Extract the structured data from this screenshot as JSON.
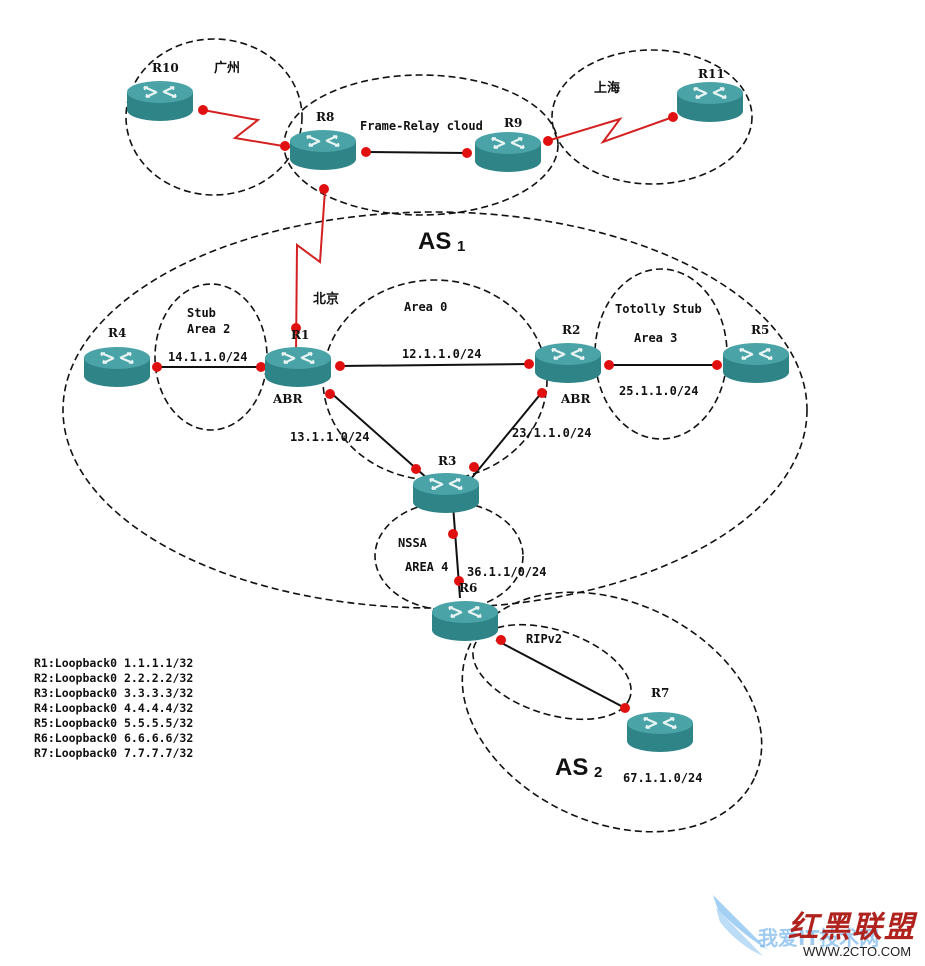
{
  "diagram": {
    "title_as1": {
      "main": "AS",
      "sub": "1"
    },
    "title_as2": {
      "main": "AS",
      "sub": "2"
    },
    "colors": {
      "router_body": "#2f8488",
      "router_top": "#4aa3a6",
      "serial_link": "#d42020",
      "ethernet_link": "#111111",
      "port_dot": "#e01010",
      "zone_border": "#111111"
    },
    "routers": [
      {
        "id": "R1",
        "label": "R1",
        "role": "ABR"
      },
      {
        "id": "R2",
        "label": "R2",
        "role": "ABR"
      },
      {
        "id": "R3",
        "label": "R3",
        "role": ""
      },
      {
        "id": "R4",
        "label": "R4",
        "role": ""
      },
      {
        "id": "R5",
        "label": "R5",
        "role": ""
      },
      {
        "id": "R6",
        "label": "R6",
        "role": ""
      },
      {
        "id": "R7",
        "label": "R7",
        "role": ""
      },
      {
        "id": "R8",
        "label": "R8",
        "role": ""
      },
      {
        "id": "R9",
        "label": "R9",
        "role": ""
      },
      {
        "id": "R10",
        "label": "R10",
        "role": ""
      },
      {
        "id": "R11",
        "label": "R11",
        "role": ""
      }
    ],
    "links": [
      {
        "from": "R10",
        "to": "R8",
        "type": "serial",
        "label": ""
      },
      {
        "from": "R8",
        "to": "R9",
        "type": "ethernet",
        "label": "Frame-Relay cloud"
      },
      {
        "from": "R9",
        "to": "R11",
        "type": "serial",
        "label": ""
      },
      {
        "from": "R8",
        "to": "R1",
        "type": "serial",
        "label": ""
      },
      {
        "from": "R4",
        "to": "R1",
        "type": "ethernet",
        "label": "14.1.1.0/24"
      },
      {
        "from": "R1",
        "to": "R2",
        "type": "ethernet",
        "label": "12.1.1.0/24"
      },
      {
        "from": "R2",
        "to": "R5",
        "type": "ethernet",
        "label": "25.1.1.0/24"
      },
      {
        "from": "R1",
        "to": "R3",
        "type": "ethernet",
        "label": "13.1.1.0/24"
      },
      {
        "from": "R2",
        "to": "R3",
        "type": "ethernet",
        "label": "23.1.1.0/24"
      },
      {
        "from": "R3",
        "to": "R6",
        "type": "ethernet",
        "label": "36.1.1.0/24"
      },
      {
        "from": "R6",
        "to": "R7",
        "type": "ethernet",
        "label": "67.1.1.0/24"
      }
    ],
    "zone_labels": {
      "guangzhou": "广州",
      "shanghai": "上海",
      "beijing": "北京",
      "frame_relay": "Frame-Relay cloud",
      "stub_line1": "Stub",
      "stub_line2": "Area 2",
      "area0": "Area 0",
      "totally_stub_line1": "Totolly Stub",
      "totally_stub_line2": "Area 3",
      "nssa_line1": "NSSA",
      "nssa_line2": "AREA 4",
      "ripv2": "RIPv2"
    },
    "subnet_labels": {
      "r4_r1": "14.1.1.0/24",
      "r1_r2": "12.1.1.0/24",
      "r2_r5": "25.1.1.0/24",
      "r1_r3": "13.1.1.0/24",
      "r2_r3": "23/1.1.0/24",
      "r3_r6": "36.1.1/0/24",
      "r6_r7": "67.1.1.0/24"
    },
    "abr_label": "ABR"
  },
  "loopbacks": [
    "R1:Loopback0 1.1.1.1/32",
    "R2:Loopback0 2.2.2.2/32",
    "R3:Loopback0 3.3.3.3/32",
    "R4:Loopback0 4.4.4.4/32",
    "R5:Loopback0 5.5.5.5/32",
    "R6:Loopback0 6.6.6.6/32",
    "R7:Loopback0 7.7.7.7/32"
  ],
  "watermark": {
    "brand": "红黑联盟",
    "slogan": "我爱IT技术网",
    "url": "WWW.2CTO.COM"
  }
}
